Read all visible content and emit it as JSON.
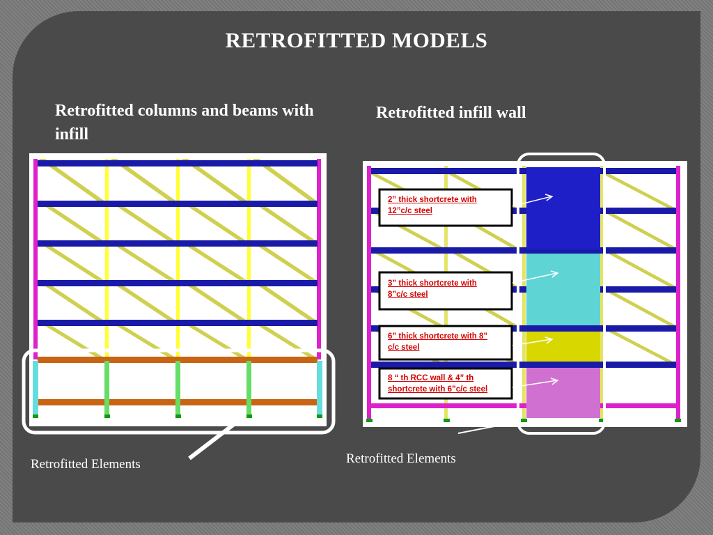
{
  "slide": {
    "title": "RETROFITTED MODELS",
    "left_heading": "Retrofitted columns and beams with infill",
    "right_heading": "Retrofitted infill wall",
    "left_caption": "Retrofitted Elements",
    "right_caption": "Retrofitted Elements"
  },
  "notes": [
    {
      "line1": "2” thick shortcrete with",
      "line2": "12”c/c steel"
    },
    {
      "line1": "3” thick shortcrete with",
      "line2": "8”c/c steel"
    },
    {
      "line1": "6” thick shortcrete with 8”",
      "line2": "c/c steel"
    },
    {
      "line1": "8 “ th RCC wall & 4” th",
      "line2": "shortcrete with 6”c/c steel"
    }
  ],
  "colors": {
    "background": "#4a4a4a",
    "beam": "#1a1aa8",
    "brace": "#c8c832",
    "column": "#ffff33",
    "edge_column": "#dd22cc",
    "retrofit_beam": "#c86414",
    "retrofit_column": "#66dd66",
    "note_text": "#d40000",
    "wall_2in": "#1f1fc8",
    "wall_3in": "#5fd4d4",
    "wall_6in": "#d8d800",
    "wall_8in": "#d070d0"
  }
}
